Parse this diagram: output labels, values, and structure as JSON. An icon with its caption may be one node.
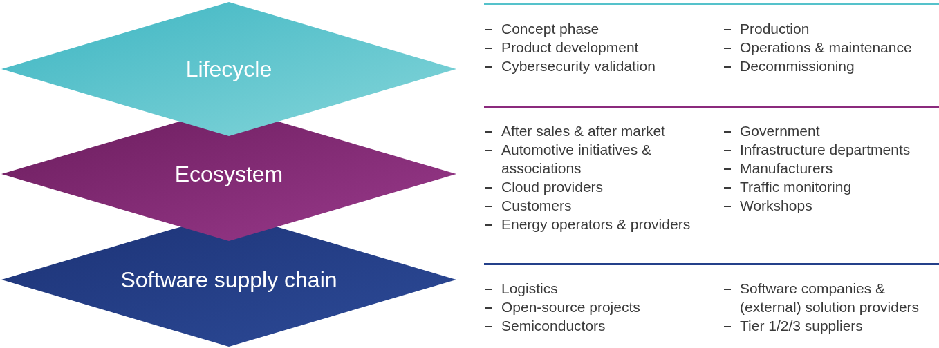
{
  "diagram": {
    "nodes": [
      {
        "text": [
          "Lifecycle"
        ],
        "beside": [
          "Concept phase",
          "Product development",
          "Cybersecurity validation",
          "Production",
          "Operations & maintenance",
          "Decommissioning"
        ]
      },
      {
        "text": [
          "Ecosystem"
        ],
        "beside": [
          "After sales & after market",
          "Automotive initiatives & associations",
          "Cloud providers",
          "Customers",
          "Energy operators & providers",
          "Government",
          "Infrastructure departments",
          "Manufacturers",
          "Traffic monitoring",
          "Workshops"
        ]
      },
      {
        "text": [
          "Software supply chain"
        ],
        "beside": [
          "Logistics",
          "Open-source projects",
          "Semiconductors",
          "Software companies & (external) solution providers",
          "Tier 1/2/3 suppliers"
        ]
      }
    ],
    "edges": []
  }
}
